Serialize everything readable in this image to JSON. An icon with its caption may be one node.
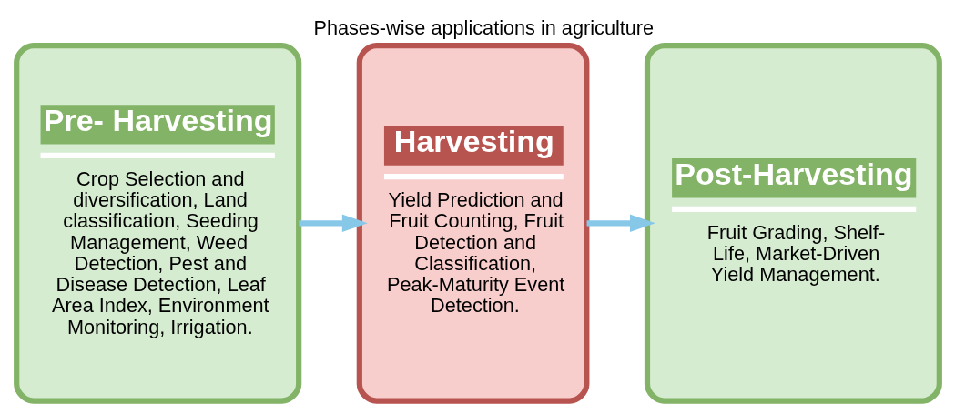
{
  "diagram": {
    "title": "Phases-wise applications in agriculture",
    "nodes": [
      {
        "text": [
          "Pre- Harvesting",
          "Crop Selection and diversification, Land classification, Seeding Management, Weed Detection, Pest and Disease Detection, Leaf Area Index, Environment Monitoring, Irrigation."
        ]
      },
      {
        "text": [
          "Harvesting",
          "Yield Prediction and Fruit Counting, Fruit Detection and Classification, Peak-Maturity Event Detection."
        ]
      },
      {
        "text": [
          "Post-Harvesting",
          "Fruit Grading, Shelf- Life, Market-Driven Yield Management."
        ]
      }
    ],
    "edges": [
      {
        "from": 0,
        "to": 1,
        "arrow": "to"
      },
      {
        "from": 1,
        "to": 2,
        "arrow": "to"
      }
    ]
  }
}
